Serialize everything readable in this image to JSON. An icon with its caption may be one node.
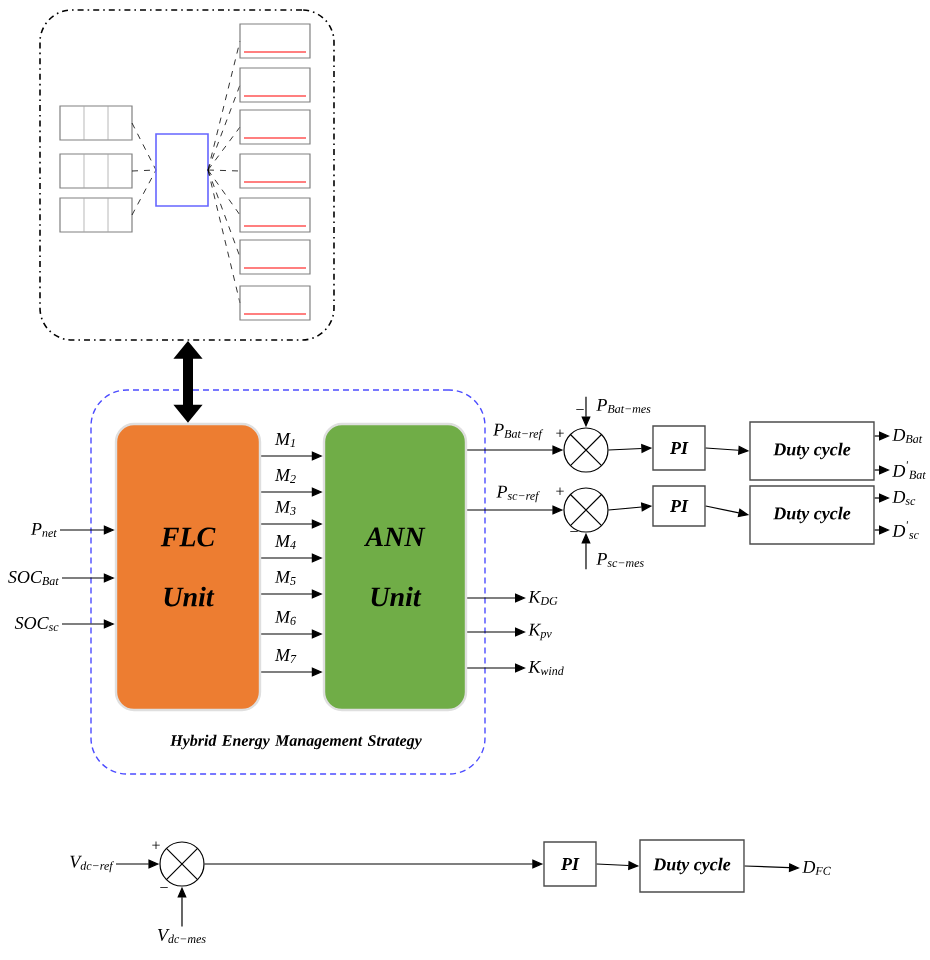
{
  "diagram": {
    "nodes": [
      {
        "text": [],
        "shape": "picture"
      },
      {
        "text": [
          "Hybrid Energy Management Strategy"
        ]
      },
      {
        "text": [
          "FLC Unit"
        ],
        "in": 1
      },
      {
        "text": [
          "ANN Unit"
        ],
        "in": 1
      },
      {
        "text": [
          "P$_{net}$"
        ]
      },
      {
        "text": [
          "SOC$_{Bat}$"
        ]
      },
      {
        "text": [
          "SOC$_{sc}$"
        ]
      },
      {
        "text": [],
        "shape": "circle"
      },
      {
        "text": [
          "PI"
        ]
      },
      {
        "text": [
          "Duty cycle"
        ]
      },
      {
        "text": [
          "D$_{Bat}$"
        ]
      },
      {
        "text": [
          "D$^{'}$$_{Bat}$"
        ]
      },
      {
        "text": [
          "P$_{Bat−mes}$"
        ]
      },
      {
        "text": [],
        "shape": "circle"
      },
      {
        "text": [
          "PI"
        ]
      },
      {
        "text": [
          "Duty cycle"
        ]
      },
      {
        "text": [
          "D$_{sc}$"
        ]
      },
      {
        "text": [
          "D$^{'}$$_{sc}$"
        ]
      },
      {
        "text": [
          "P$_{sc−mes}$"
        ]
      },
      {
        "text": [
          "K$_{DG}$"
        ]
      },
      {
        "text": [
          "K$_{pv}$"
        ]
      },
      {
        "text": [
          "K$_{wind}$"
        ]
      },
      {
        "text": [
          "V$_{dc−ref}$"
        ]
      },
      {
        "text": [],
        "shape": "circle"
      },
      {
        "text": [
          "V$_{dc−mes}$"
        ]
      },
      {
        "text": [
          "PI"
        ]
      },
      {
        "text": [
          "Duty cycle"
        ]
      },
      {
        "text": [
          "D$_{FC}$"
        ]
      }
    ],
    "edges": [
      {
        "from": 0,
        "to": 2,
        "arrow": "both",
        "style": "thick"
      },
      {
        "from": 4,
        "to": 2,
        "arrow": "to"
      },
      {
        "from": 5,
        "to": 2,
        "arrow": "to"
      },
      {
        "from": 6,
        "to": 2,
        "arrow": "to"
      },
      {
        "from": 2,
        "to": 3,
        "arrow": "to",
        "label": "M$_{1}$"
      },
      {
        "from": 2,
        "to": 3,
        "arrow": "to",
        "label": "M$_{2}$"
      },
      {
        "from": 2,
        "to": 3,
        "arrow": "to",
        "label": "M$_{3}$"
      },
      {
        "from": 2,
        "to": 3,
        "arrow": "to",
        "label": "M$_{4}$"
      },
      {
        "from": 2,
        "to": 3,
        "arrow": "to",
        "label": "M$_{5}$"
      },
      {
        "from": 2,
        "to": 3,
        "arrow": "to",
        "label": "M$_{6}$"
      },
      {
        "from": 2,
        "to": 3,
        "arrow": "to",
        "label": "M$_{7}$"
      },
      {
        "from": 3,
        "to": 7,
        "arrow": "to",
        "label": "P$_{Bat−ref}$"
      },
      {
        "from": 12,
        "to": 7,
        "arrow": "to"
      },
      {
        "from": 7,
        "to": 8,
        "arrow": "to"
      },
      {
        "from": 8,
        "to": 9,
        "arrow": "to"
      },
      {
        "from": 9,
        "to": 10,
        "arrow": "to"
      },
      {
        "from": 9,
        "to": 11,
        "arrow": "to"
      },
      {
        "from": 3,
        "to": 13,
        "arrow": "to",
        "label": "P$_{sc−ref}$"
      },
      {
        "from": 18,
        "to": 13,
        "arrow": "to"
      },
      {
        "from": 13,
        "to": 14,
        "arrow": "to"
      },
      {
        "from": 14,
        "to": 15,
        "arrow": "to"
      },
      {
        "from": 15,
        "to": 16,
        "arrow": "to"
      },
      {
        "from": 15,
        "to": 17,
        "arrow": "to"
      },
      {
        "from": 3,
        "to": 19,
        "arrow": "to"
      },
      {
        "from": 3,
        "to": 20,
        "arrow": "to"
      },
      {
        "from": 3,
        "to": 21,
        "arrow": "to"
      },
      {
        "from": 22,
        "to": 23,
        "arrow": "to"
      },
      {
        "from": 24,
        "to": 23,
        "arrow": "to"
      },
      {
        "from": 23,
        "to": 25,
        "arrow": "to"
      },
      {
        "from": 25,
        "to": 26,
        "arrow": "to"
      },
      {
        "from": 26,
        "to": 27,
        "arrow": "to"
      }
    ],
    "labels": [
      "−",
      "+",
      "+",
      "−",
      "+",
      "−"
    ]
  }
}
